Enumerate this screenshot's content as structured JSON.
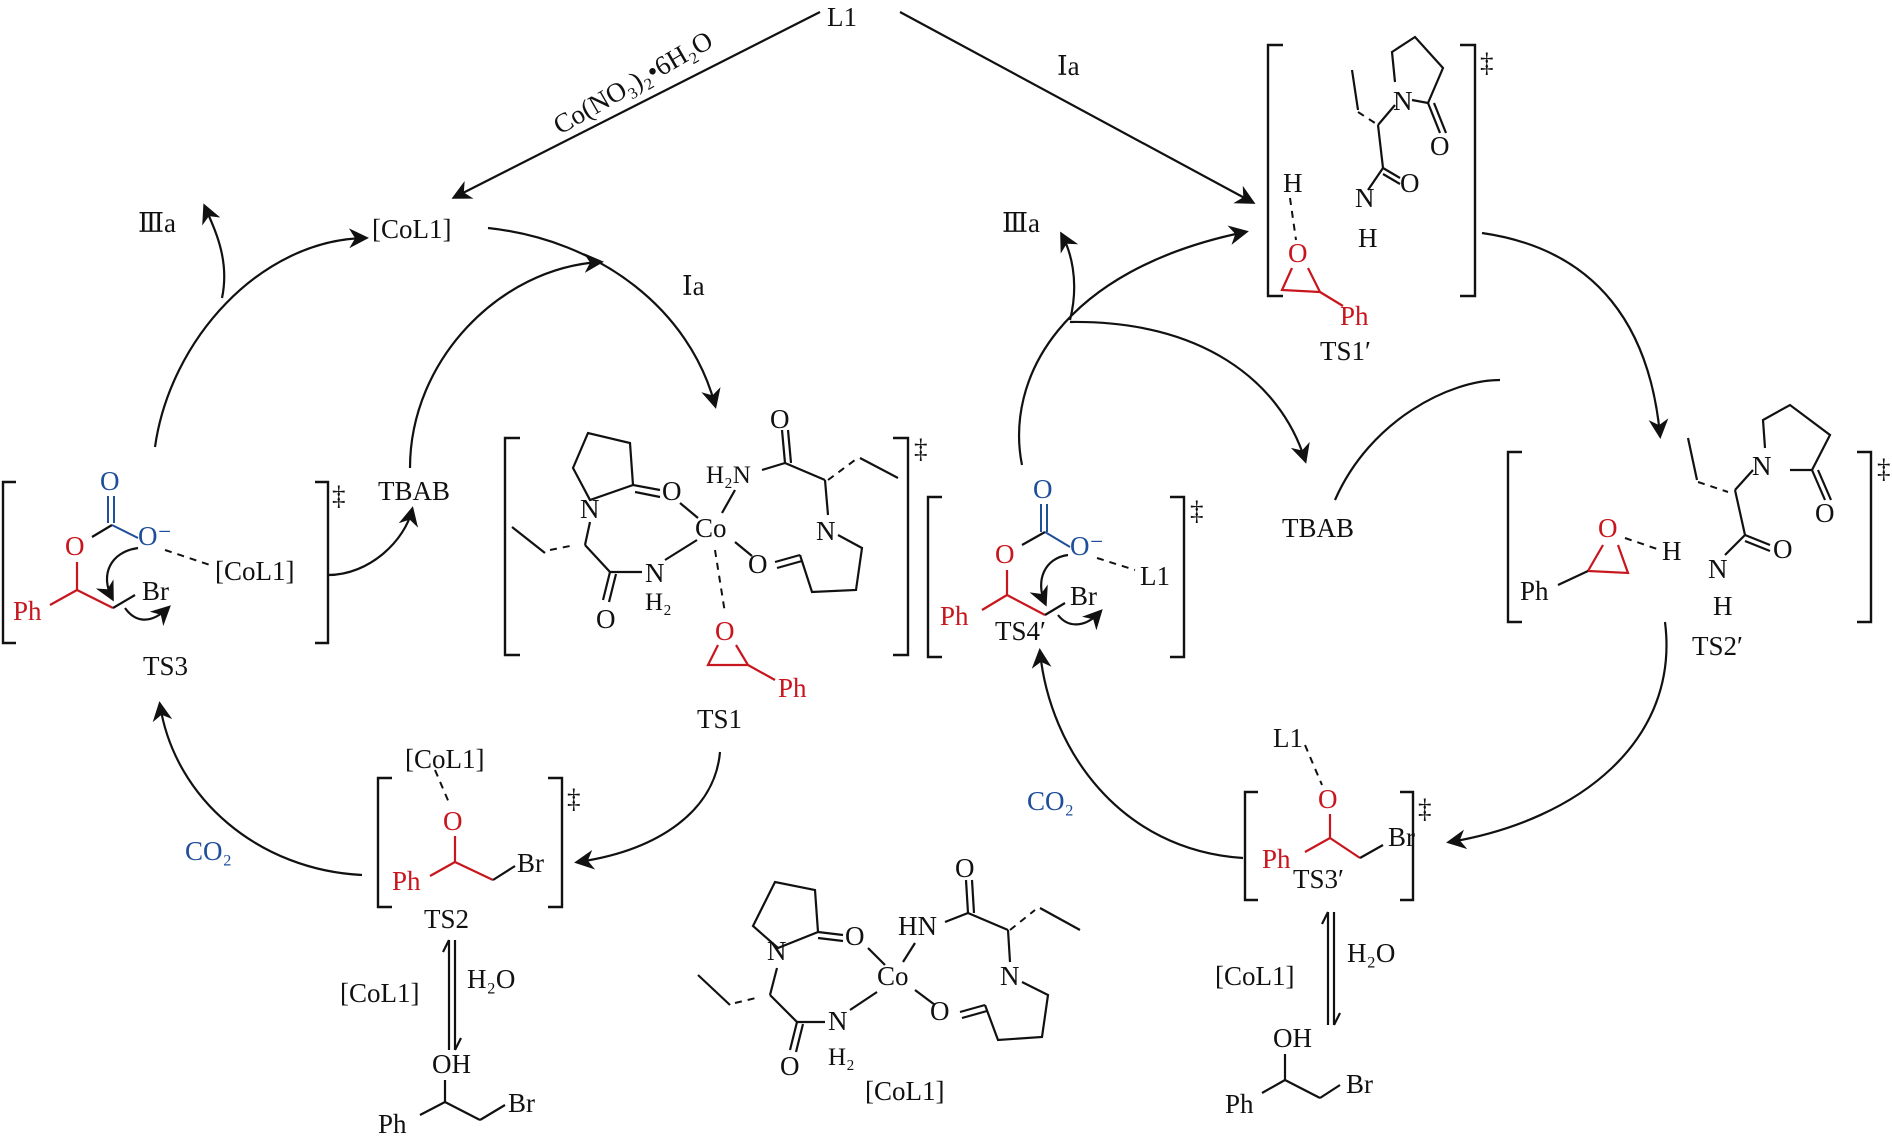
{
  "title": "Catalytic cycles for CO2 cycloaddition with styrene oxide catalyzed by [CoL1]/TBAB and L1/TBAB",
  "colors": {
    "epoxide": "#c8161e",
    "co2": "#1f4e9a",
    "ink": "#111111"
  },
  "top": {
    "ligand": "L1",
    "reagent": "Co(NO₃)₂•6H₂O",
    "substrate_left": "Ⅰa",
    "substrate_right": "Ⅰa"
  },
  "left_cycle": {
    "catalyst": "[CoL1]",
    "product": "Ⅲa",
    "cocatalyst": "TBAB",
    "co2": "CO₂",
    "ts1": {
      "name": "TS1",
      "center": "Co",
      "ligands": [
        "O",
        "H₂N",
        "O",
        "N",
        "H₂",
        "O",
        "O",
        "N",
        "N"
      ],
      "epoxide_O": "O",
      "epoxide_Ph": "Ph",
      "dagger": "‡"
    },
    "ts2": {
      "name": "TS2",
      "coordinated": "[CoL1]",
      "O": "O",
      "Ph": "Ph",
      "Br": "Br",
      "dagger": "‡"
    },
    "ts3": {
      "name": "TS3",
      "carbonate_O": "O",
      "carbonate_Ominus": "O⁻",
      "ring_O": "O",
      "Ph": "Ph",
      "Br": "Br",
      "partner": "[CoL1]",
      "dagger": "‡"
    },
    "side": {
      "reagent_left": "[CoL1]",
      "reagent_right": "H₂O",
      "product_OH": "OH",
      "product_Ph": "Ph",
      "product_Br": "Br"
    }
  },
  "complex": {
    "name": "[CoL1]",
    "center": "Co",
    "labels": {
      "O_left": "O",
      "N_left": "N",
      "HN": "HN",
      "N_amide": "N",
      "H2": "H₂",
      "O_amide_left": "O",
      "O_right": "O",
      "N_right": "N",
      "O_top_right": "O"
    }
  },
  "right_cycle": {
    "product": "Ⅲa",
    "cocatalyst": "TBAB",
    "co2": "CO₂",
    "ts1p": {
      "name": "TS1′",
      "H": "H",
      "N": "N",
      "H2": "H",
      "O_amide": "O",
      "O_ring": "O",
      "N_ring": "N",
      "epoxide_O": "O",
      "epoxide_Ph": "Ph",
      "dagger": "‡"
    },
    "ts2p": {
      "name": "TS2′",
      "O": "O",
      "H": "H",
      "N": "N",
      "H2": "H",
      "O_amide": "O",
      "O_ring": "O",
      "N_ring": "N",
      "Ph": "Ph",
      "dagger": "‡"
    },
    "ts3p": {
      "name": "TS3′",
      "coordinated": "L1",
      "O": "O",
      "Ph": "Ph",
      "Br": "Br",
      "dagger": "‡"
    },
    "ts4p": {
      "name": "TS4′",
      "carbonate_O": "O",
      "carbonate_Ominus": "O⁻",
      "ring_O": "O",
      "Ph": "Ph",
      "Br": "Br",
      "partner": "L1",
      "dagger": "‡"
    },
    "side": {
      "reagent_left": "[CoL1]",
      "reagent_right": "H₂O",
      "product_OH": "OH",
      "product_Ph": "Ph",
      "product_Br": "Br"
    }
  }
}
